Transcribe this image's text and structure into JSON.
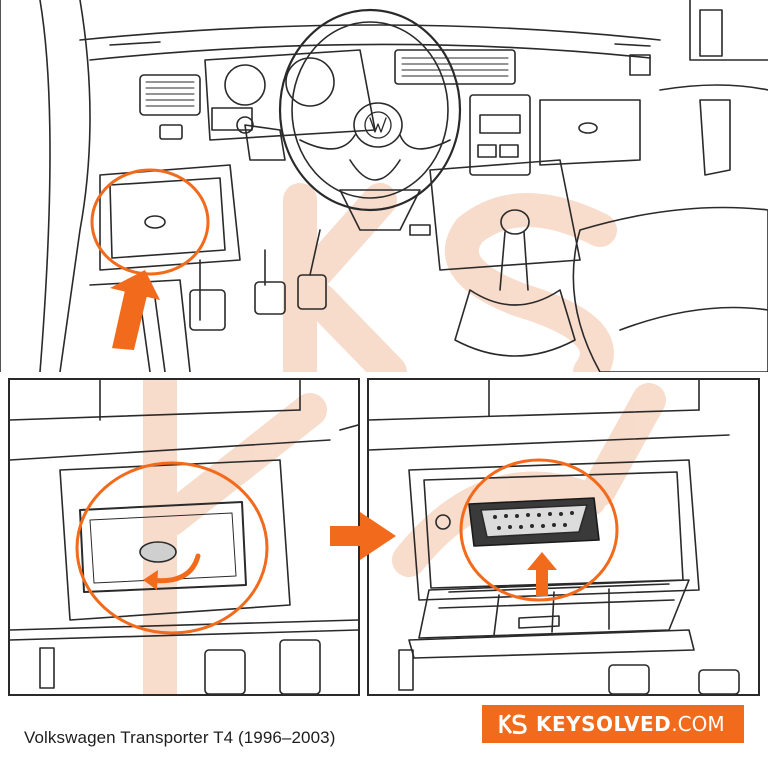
{
  "caption": {
    "text": "Volkswagen Transporter T4 (1996–2003)"
  },
  "brand": {
    "name": "KEYSOLVED",
    "tld": ".COM",
    "logo_icon": "ks-logo-icon",
    "color": "#f26a1b"
  },
  "colors": {
    "accent": "#f26a1b",
    "line": "#2a2a2a",
    "watermark": "#f7d8c6"
  },
  "icons": [
    "ks-logo-icon",
    "arrow-up-icon",
    "arrow-right-icon",
    "rotate-arrow-icon",
    "obd-port-icon",
    "vw-emblem-icon"
  ]
}
